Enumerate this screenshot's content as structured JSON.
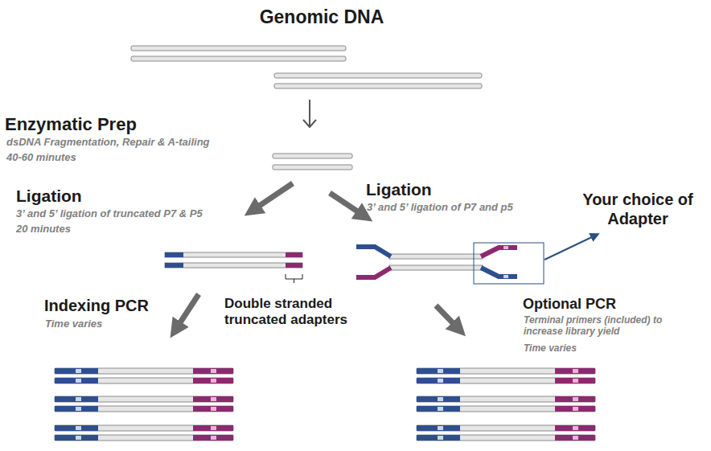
{
  "diagram": {
    "title": "Genomic DNA",
    "labels": [
      "Enzymatic Prep",
      "dsDNA Fragmentation, Repair & A-tailing",
      "40-60 minutes",
      "Ligation",
      "3’ and 5’ ligation of truncated P7 & P5",
      "20 minutes",
      "Ligation",
      "3’ and 5’ ligation of P7 and p5",
      "Your choice of Adapter",
      "Indexing PCR",
      "Time varies",
      "Double stranded truncated adapters",
      "Optional PCR",
      "Terminal primers (included) to increase library yield",
      "Time varies"
    ]
  }
}
